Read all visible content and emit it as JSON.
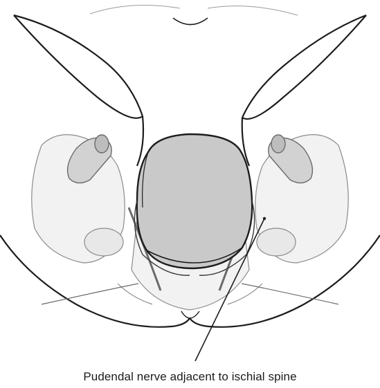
{
  "diagram": {
    "caption": "Pudendal nerve adjacent to ischial spine",
    "colors": {
      "line": "#1c1c1c",
      "faint_line": "#8a8a8a",
      "head_fill": "#c9c9c9",
      "bone_fill": "#f2f2f2",
      "background": "#ffffff"
    },
    "parts": [
      "fetal-head",
      "pelvis",
      "maternal-thighs",
      "buttocks",
      "pudendal-nerve",
      "ischial-spine",
      "femoral-heads"
    ]
  }
}
